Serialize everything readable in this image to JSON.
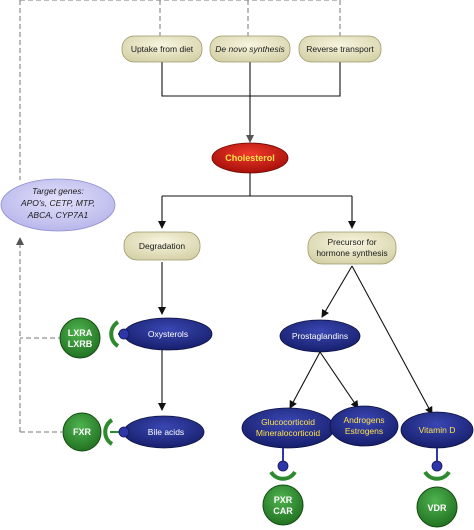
{
  "nodes": {
    "uptake": "Uptake from diet",
    "denovo": "De novo synthesis",
    "reverse": "Reverse transport",
    "cholesterol": "Cholesterol",
    "degradation": "Degradation",
    "precursor": [
      "Precursor for",
      "hormone synthesis"
    ],
    "oxysterols": "Oxysterols",
    "bile": "Bile acids",
    "prostaglandins": "Prostaglandins",
    "gluco": [
      "Glucocorticoid",
      "Mineralocorticoid"
    ],
    "andro": [
      "Androgens",
      "Estrogens"
    ],
    "vitd": "Vitamin D",
    "target": [
      "Target genes:",
      "APO's, CETP, MTP,",
      "ABCA, CYP7A1"
    ]
  },
  "receptors": {
    "lxr": [
      "LXRA",
      "LXRB"
    ],
    "fxr": "FXR",
    "pxr": [
      "PXR",
      "CAR"
    ],
    "vdr": "VDR"
  },
  "colors": {
    "beige": "#e6e3c2",
    "navy": "#1f2a86",
    "red": "#c8140e",
    "green": "#2e8a2e",
    "lavender": "#c9c8f1",
    "yellow_text": "#ffe14a"
  }
}
